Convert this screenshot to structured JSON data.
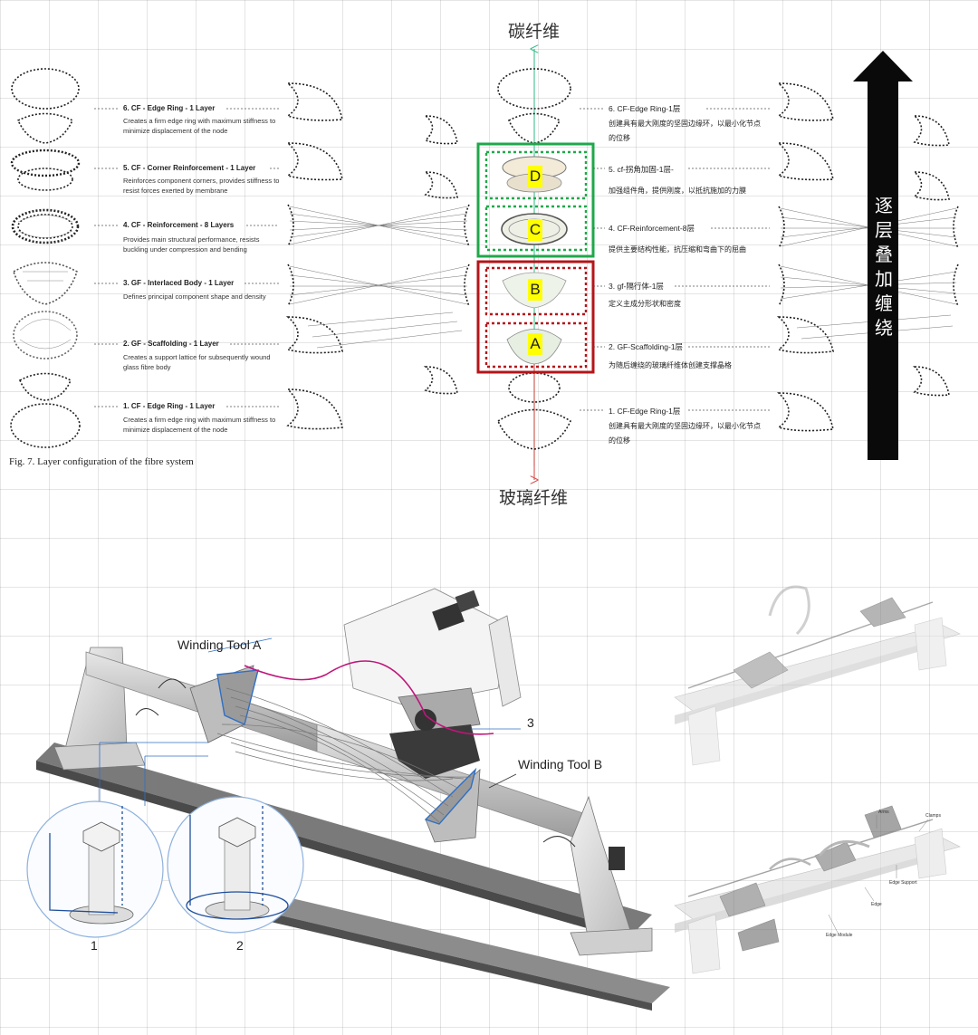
{
  "left_layers": [
    {
      "title": "6. CF - Edge Ring - 1 Layer",
      "desc": "Creates a firm edge ring with maximum stiffness to minimize displacement of the node"
    },
    {
      "title": "5. CF - Corner Reinforcement - 1 Layer",
      "desc": "Reinforces component corners, provides stiffness to resist forces exerted by membrane"
    },
    {
      "title": "4. CF - Reinforcement - 8 Layers",
      "desc": "Provides main structural performance, resists buckling under compression and bending"
    },
    {
      "title": "3. GF - Interlaced Body - 1 Layer",
      "desc": "Defines principal component shape and density"
    },
    {
      "title": "2. GF - Scaffolding - 1 Layer",
      "desc": "Creates a support lattice for subsequently wound glass fibre body"
    },
    {
      "title": "1. CF - Edge Ring - 1 Layer",
      "desc": "Creates a firm edge ring with maximum stiffness to minimize displacement of the node"
    }
  ],
  "figure_caption": "Fig. 7. Layer configuration of the fibre system",
  "center_layers": [
    {
      "title": "6. CF-Edge Ring-1层",
      "desc": "创建具有最大刚度的坚固边缘环，以最小化节点的位移"
    },
    {
      "title": "5. cf-拐角加固-1层-",
      "desc": "加强组件角，提供刚度，以抵抗施加的力膜"
    },
    {
      "title": "4. CF-Reinforcement-8层",
      "desc": "提供主要结构性能，抗压缩和弯曲下的屈曲"
    },
    {
      "title": "3. gf-隔行体-1层",
      "desc": "定义主成分形状和密度"
    },
    {
      "title": "2. GF-Scaffolding-1层",
      "desc": "为随后缠绕的玻璃纤维体创建支撑晶格"
    },
    {
      "title": "1. CF-Edge Ring-1层",
      "desc": "创建具有最大刚度的坚固边缘环，以最小化节点的位移"
    }
  ],
  "axis": {
    "top": "碳纤维",
    "bottom": "玻璃纤维"
  },
  "badges": {
    "d": "D",
    "c": "C",
    "b": "B",
    "a": "A"
  },
  "arrow_text": "逐层叠加缠绕",
  "machine": {
    "tool_a": "Winding Tool A",
    "tool_b": "Winding Tool B",
    "callout_3": "3",
    "detail_1": "1",
    "detail_2": "2"
  },
  "side_labels": {
    "arms": "Arms",
    "clamps": "Clamps",
    "edge_support": "Edge Support",
    "edge": "Edge",
    "edge_module": "Edge Module"
  },
  "colors": {
    "green_frame": "#1fa84a",
    "red_frame": "#b5141a",
    "carbon_axis": "#3fbf8f",
    "glass_axis": "#d9534f",
    "badge_yellow": "#ffff00",
    "fibre_magenta": "#c0157a",
    "tool_blue": "#2f6fc4"
  }
}
